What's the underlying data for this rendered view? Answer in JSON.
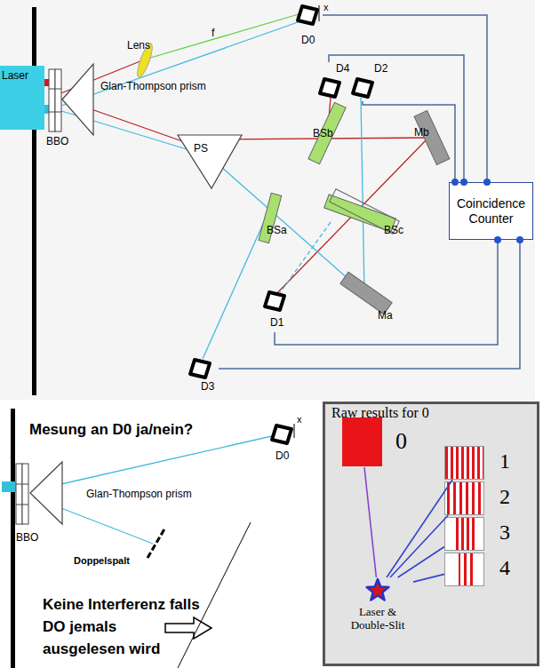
{
  "diagram": {
    "nodes": [
      {
        "text": [
          "Laser"
        ]
      },
      {
        "text": [
          "D0"
        ]
      },
      {
        "text": [
          "D4"
        ]
      },
      {
        "text": [
          "D2"
        ]
      },
      {
        "text": [
          "Coincidence Counter"
        ]
      },
      {
        "text": [
          "D1"
        ]
      },
      {
        "text": [
          "D3"
        ]
      },
      {
        "text": [
          "D0"
        ]
      },
      {
        "text": [
          "Raw results for 0"
        ]
      },
      {
        "text": [
          "0"
        ],
        "in": 8
      },
      {
        "text": [
          "1"
        ],
        "in": 8
      },
      {
        "text": [
          "2"
        ],
        "in": 8
      },
      {
        "text": [
          "3"
        ],
        "in": 8
      },
      {
        "text": [
          "4"
        ],
        "in": 8
      },
      {
        "text": [
          "Laser & Double-Slit"
        ],
        "in": 8
      }
    ],
    "edges": [
      {
        "from": 1,
        "to": 4,
        "arrow": "none"
      },
      {
        "from": 2,
        "to": 4,
        "arrow": "none"
      },
      {
        "from": 3,
        "to": 4,
        "arrow": "none"
      },
      {
        "from": 5,
        "to": 4,
        "arrow": "none"
      },
      {
        "from": 6,
        "to": 4,
        "arrow": "none"
      },
      {
        "from": 14,
        "to": 9,
        "arrow": "none"
      },
      {
        "from": 14,
        "to": 10,
        "arrow": "none"
      },
      {
        "from": 14,
        "to": 11,
        "arrow": "none"
      },
      {
        "from": 14,
        "to": 12,
        "arrow": "none"
      },
      {
        "from": 14,
        "to": 13,
        "arrow": "none"
      }
    ],
    "labels": [
      "BBO",
      "Lens",
      "f",
      "x",
      "Glan-Thompson prism",
      "BSb",
      "Mb",
      "PS",
      "BSa",
      "BSc",
      "Ma",
      "Mesung an D0 ja/nein?",
      "x",
      "BBO",
      "Glan-Thompson prism",
      "Doppelspalt",
      "Keine Interferenz falls DO jemals ausgelesen wird"
    ]
  }
}
